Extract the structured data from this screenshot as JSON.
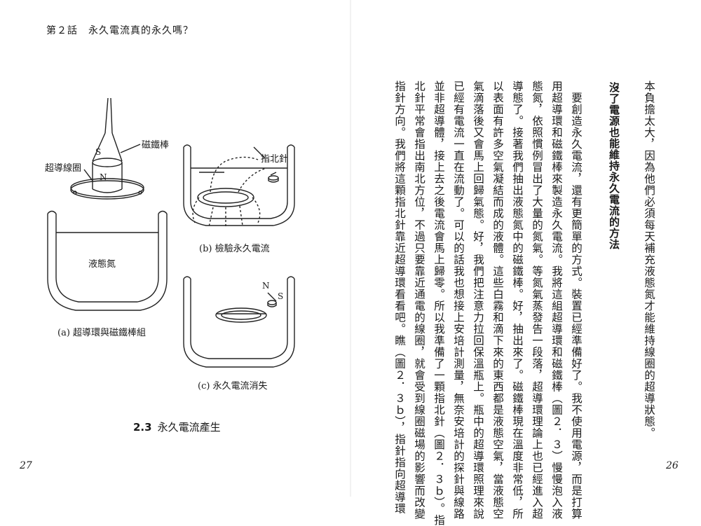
{
  "left_page": {
    "running_head": "第２話　永久電流真的永久嗎？",
    "page_number": "27",
    "figure_labels": {
      "magnet_bar": "磁鐵棒",
      "ring": "超導線圈",
      "pole_s": "S",
      "pole_n": "N",
      "liquid": "液態氮",
      "compass": "指北針",
      "compass_n": "N",
      "compass_s": "S"
    },
    "subcaptions": {
      "a": "(a) 超導環與磁鐵棒組",
      "b": "(b) 檢驗永久電流",
      "c": "(c) 永久電流消失"
    },
    "caption": {
      "number": "2.3",
      "text": "永久電流產生"
    }
  },
  "right_page": {
    "page_number": "26",
    "heading": "沒了電源也能維持永久電流的方法",
    "paragraph1": [
      "本負擔太大，因為他們必須每天補充液態氮才能維持線圈的超導狀態。"
    ],
    "paragraph2": [
      "　要創造永久電流，還有更簡單的方式。裝置已經準備好了。我不使用電源，而是打算",
      "用超導環和磁鐵棒來製造永久電流。我將這組超導環和磁鐵棒（圖２．３）慢慢泡入液",
      "態氮，依照慣例冒出了大量的氮氣。等氮氣蒸發告一段落，超導環理論上也已經進入超",
      "導態了。接著我們抽出液態氮中的磁鐵棒。好，抽出來了。磁鐵棒現在溫度非常低，所",
      "以表面有許多空氣凝結而成的液體。這些白霧和滴下來的東西都是液態空氣，當液態空",
      "氣滴落後又會馬上回歸氣態。好，我們把注意力拉回保溫瓶上。瓶中的超導環照理來說",
      "已經有電流一直在流動了。可以的話我也想接上安培計測量，無奈安培計的探針與線路",
      "並非超導體，接上去之後電流會馬上歸零。所以我準備了一顆指北針（圖２．３ｂ）。指",
      "北針平常會指出南北方位，不過只要靠近通電的線圈，就會受到線圈磁場的影響而改變",
      "指針方向。我們將這顆指北針靠近超導環看看吧。瞧（圖２．３ｂ），指針指向超導環"
    ]
  }
}
